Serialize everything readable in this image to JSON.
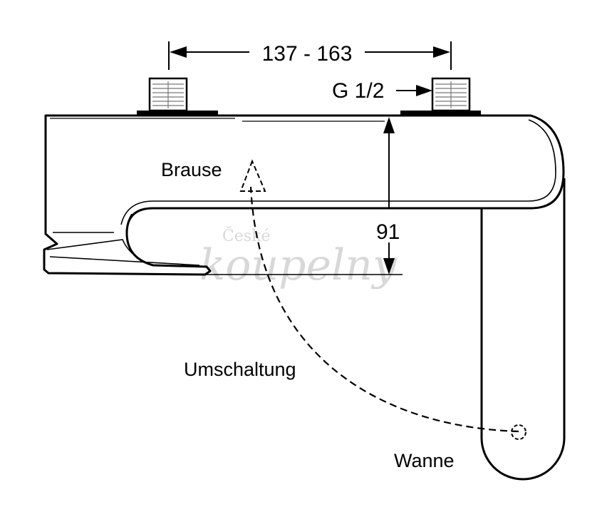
{
  "dimensions": {
    "width_range": "137 - 163",
    "thread": "G 1/2",
    "height": "91"
  },
  "labels": {
    "shower": "Brause",
    "switch": "Umschaltung",
    "tub": "Wanne"
  },
  "watermark": {
    "line1": "České",
    "line2": "koupelny"
  }
}
